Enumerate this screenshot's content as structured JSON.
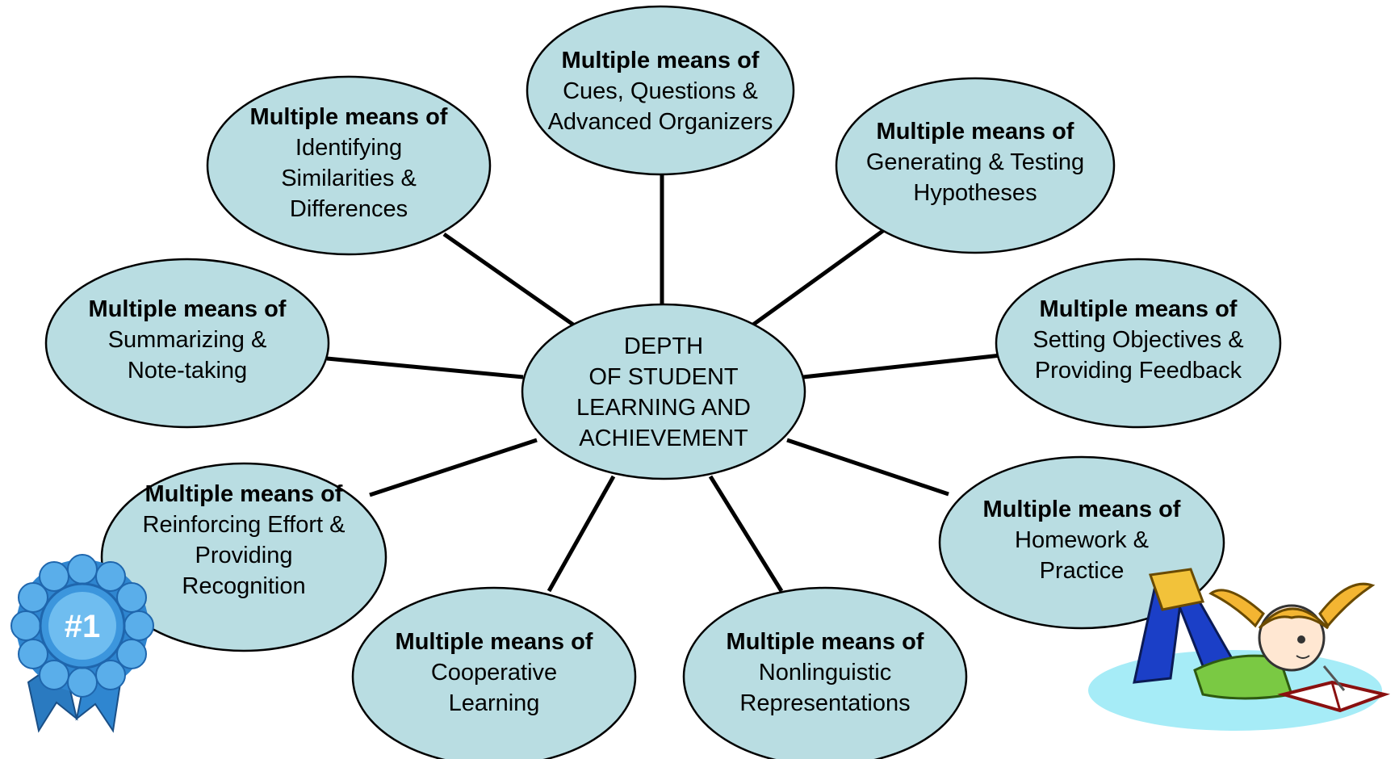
{
  "diagram": {
    "colors": {
      "node_fill": "#b9dde2",
      "outline": "#000000",
      "connector": "#000000"
    },
    "center": {
      "lines": [
        "DEPTH",
        "OF STUDENT",
        "LEARNING AND",
        "ACHIEVEMENT"
      ]
    },
    "nodes": [
      {
        "id": "cues",
        "prefix": "Multiple means of",
        "lines": [
          "Cues, Questions &",
          "Advanced Organizers"
        ]
      },
      {
        "id": "similarities",
        "prefix": "Multiple means of",
        "lines": [
          "Identifying",
          "Similarities &",
          "Differences"
        ]
      },
      {
        "id": "hypotheses",
        "prefix": "Multiple means of",
        "lines": [
          "Generating & Testing",
          "Hypotheses"
        ]
      },
      {
        "id": "summarizing",
        "prefix": "Multiple means of",
        "lines": [
          "Summarizing &",
          "Note-taking"
        ]
      },
      {
        "id": "objectives",
        "prefix": "Multiple means of",
        "lines": [
          "Setting Objectives &",
          "Providing Feedback"
        ]
      },
      {
        "id": "reinforcing",
        "prefix": "Multiple means of",
        "lines": [
          "Reinforcing Effort &",
          "Providing",
          "Recognition"
        ]
      },
      {
        "id": "homework",
        "prefix": "Multiple means of",
        "lines": [
          "Homework &",
          "Practice"
        ]
      },
      {
        "id": "cooperative",
        "prefix": "Multiple means of",
        "lines": [
          "Cooperative",
          "Learning"
        ]
      },
      {
        "id": "nonlinguistic",
        "prefix": "Multiple means of",
        "lines": [
          "Nonlinguistic",
          "Representations"
        ]
      }
    ],
    "ribbon": {
      "label": "#1",
      "icon": "award-ribbon-icon"
    },
    "clipart": {
      "icon": "girl-reading-book-icon"
    }
  }
}
